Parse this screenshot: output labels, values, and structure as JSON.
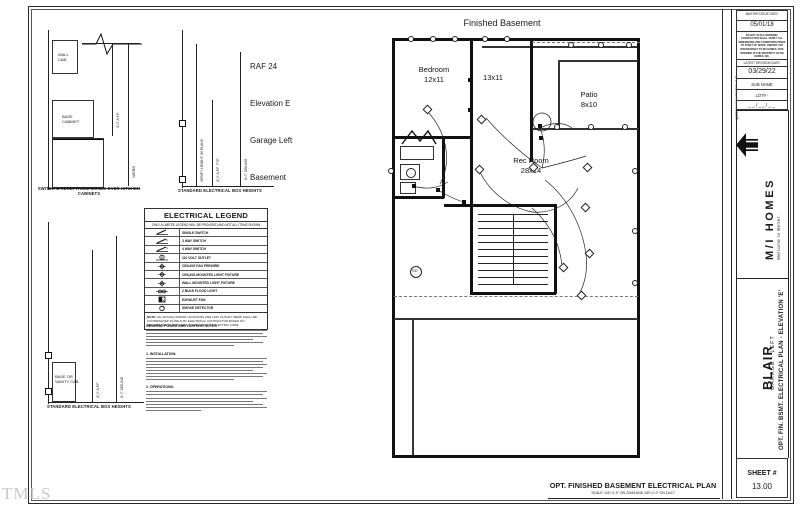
{
  "drawing": {
    "plan_header": "Finished Basement",
    "id_block": "RAF 24\nElevation E\nGarage Left\nBasement",
    "id_lines": [
      "RAF 24",
      "Elevation E",
      "Garage Left",
      "Basement"
    ],
    "watermark": "TMLS"
  },
  "rooms": [
    {
      "name": "Bedroom",
      "dims": "12x11"
    },
    {
      "name": "",
      "dims": "13x11"
    },
    {
      "name": "Patio",
      "dims": "8x10"
    },
    {
      "name": "Rec Room",
      "dims": "28x14"
    }
  ],
  "details": [
    {
      "caption": "SWITCH & RECEPTACLE BOXES OVER KITCHEN CABINETS"
    },
    {
      "caption": "STANDARD ELECTRICAL BOX HEIGHTS"
    },
    {
      "caption": "STANDARD ELECTRICAL BOX HEIGHTS"
    }
  ],
  "legend": {
    "title": "ELECTRICAL LEGEND",
    "subtitle": "ONLY A LIMITED LEGEND WILL BE PROVIDED AND NOT ALL ITEMS SHOWN",
    "rows": [
      {
        "symbol": "switch-single",
        "desc": "SINGLE SWITCH"
      },
      {
        "symbol": "switch-three-way",
        "desc": "3 WAY SWITCH"
      },
      {
        "symbol": "switch-four-way",
        "desc": "4 WAY SWITCH"
      },
      {
        "symbol": "outlet-110",
        "desc": "110 VOLT OUTLET"
      },
      {
        "symbol": "ceiling-fixture",
        "desc": "CEILING FAN PREWIRE"
      },
      {
        "symbol": "ceiling-mount-light",
        "desc": "CEILING MOUNTED LIGHT FIXTURE"
      },
      {
        "symbol": "wall-mount-light",
        "desc": "WALL MOUNTED LIGHT FIXTURE"
      },
      {
        "symbol": "flood-light",
        "desc": "2 BULB FLOOD LIGHT"
      },
      {
        "symbol": "exhaust-fan",
        "desc": "EXHAUST FAN"
      },
      {
        "symbol": "smoke-detector",
        "desc": "SMOKE DETECTOR"
      }
    ],
    "note_heading": "NOTE:",
    "note_body": "ALL ROUGH WIRING LOCATIONS AND LEFT OUTLET ITEMS SHALL BE COORDINATED IN FIELD BY ELECTRICAL CONTRACTOR BASED ON REQUIREMENTS OUTLINED IN THE NATIONAL ELECTRIC CODE."
  },
  "general_notes": {
    "heading": "GENERAL POWER AND LIGHTING NOTES",
    "body_lines": 18,
    "sub_heading": "1.    INSTALLATION:",
    "sub2_heading": "2.    OPERATIONS:"
  },
  "title_block": {
    "master_date_label": "MASTER ISSUE DATE:",
    "master_date": "05/01/18",
    "disclaimer": "DO NOT SCALE DRAWING. CONTRACTOR SHALL VERIFY ALL DIMENSIONS AND CONDITIONS PRIOR TO START OF WORK. REPORT ANY DISCREPANCY TO M/I HOMES. THIS DRAWING IS THE PROPERTY OF M/I HOMES, INC.",
    "revision_label": "LATEST REVISION DATE:",
    "revision_date": "03/29/22",
    "sub_name_label": "SUB NAME",
    "lot_label": "LOT# -",
    "date_slots": "__/__/__",
    "side_credit": "@2018 M/I HOMES, INC.",
    "brand": "M/I HOMES",
    "brand_tagline": "Welcome to Better.",
    "project": "BLAIR",
    "project_sub": "GARAGE - LEFT",
    "project_sub2": "OPT. FIN. BSMT. ELECTRICAL PLAN - ELEVATION 'E'",
    "sheet_label": "SHEET #",
    "sheet_number": "13.00"
  },
  "bottom_title": {
    "main": "OPT. FINISHED BASEMENT ELECTRICAL PLAN",
    "scale": "SCALE: 1/4\"=1'-0\" ON 22x34 AND 1/8\"=1'-0\" ON 11x17"
  }
}
